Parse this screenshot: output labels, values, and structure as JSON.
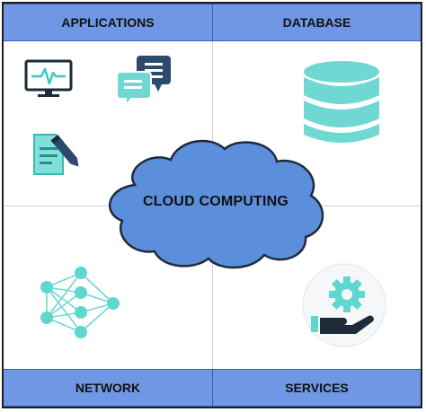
{
  "quadrants": {
    "applications": {
      "label": "APPLICATIONS",
      "icons": [
        "heart-monitor-icon",
        "chat-bubbles-icon",
        "document-edit-icon"
      ]
    },
    "database": {
      "label": "DATABASE",
      "icons": [
        "database-icon"
      ]
    },
    "network": {
      "label": "NETWORK",
      "icons": [
        "neural-network-icon"
      ]
    },
    "services": {
      "label": "SERVICES",
      "icons": [
        "hand-gear-icon"
      ]
    }
  },
  "center": {
    "label": "CLOUD COMPUTING",
    "shape": "cloud-icon"
  },
  "colors": {
    "header_bar": "#6f97e3",
    "cloud_fill": "#5c8fdb",
    "icon_teal": "#5fd6cf",
    "icon_dark": "#1d2b3a"
  }
}
